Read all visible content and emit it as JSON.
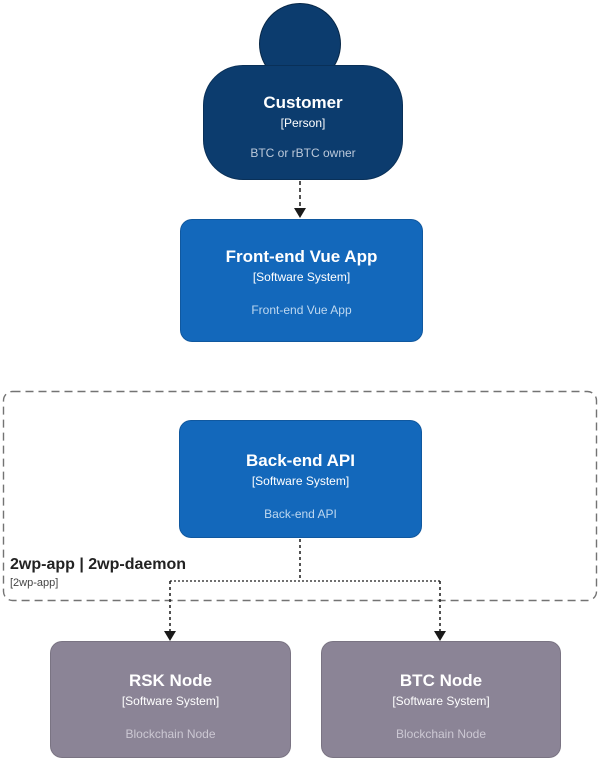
{
  "diagram": {
    "nodes": {
      "customer": {
        "title": "Customer",
        "type": "[Person]",
        "description": "BTC or rBTC owner"
      },
      "frontend": {
        "title": "Front-end Vue App",
        "type": "[Software System]",
        "description": "Front-end Vue App"
      },
      "backend": {
        "title": "Back-end API",
        "type": "[Software System]",
        "description": "Back-end API"
      },
      "rsk": {
        "title": "RSK Node",
        "type": "[Software System]",
        "description": "Blockchain Node"
      },
      "btc": {
        "title": "BTC Node",
        "type": "[Software System]",
        "description": "Blockchain Node"
      }
    },
    "boundary": {
      "title": "2wp-app | 2wp-daemon",
      "subtitle": "[2wp-app]"
    }
  },
  "colors": {
    "person_fill": "#0c3c6e",
    "person_desc": "#bcc9da",
    "system_fill": "#1368bb",
    "system_desc": "#bed8f0",
    "node_fill": "#8b8496",
    "node_desc": "#ccc8d3",
    "boundary_border": "#737373",
    "connector": "#1a1a1a"
  }
}
